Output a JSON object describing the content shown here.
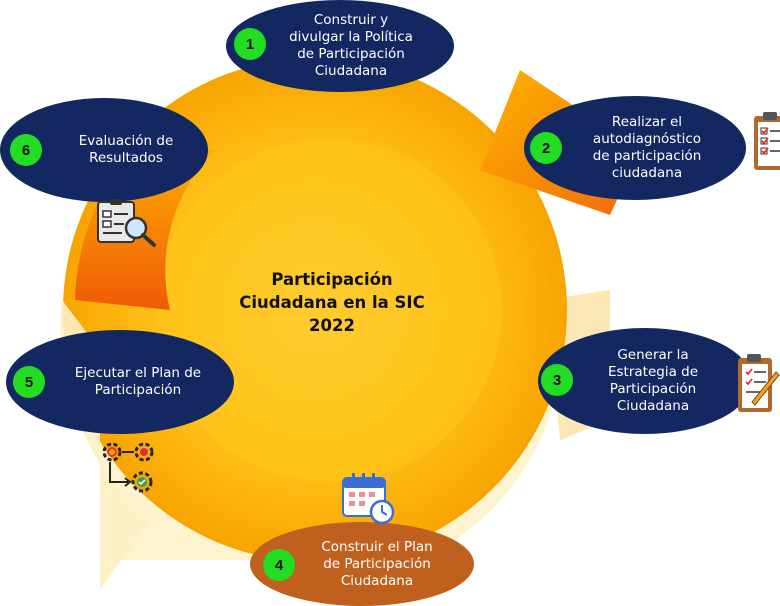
{
  "title": "Participación\nCiudadana en la SIC\n2022",
  "colors": {
    "node_navy": "#132761",
    "node_brown": "#c0601e",
    "badge": "#22dd22",
    "ring_orange": "#f5a800",
    "ring_light": "#fdf3cf"
  },
  "steps": [
    {
      "number": "1",
      "label": "Construir y\ndivulgar la Política\nde Participación\nCiudadana"
    },
    {
      "number": "2",
      "label": "Realizar el\nautodiagnóstico\nde participación\nciudadana",
      "icon": "clipboard-checklist-icon"
    },
    {
      "number": "3",
      "label": "Generar la\nEstrategia de\nParticipación\nCiudadana",
      "icon": "clipboard-pencil-icon"
    },
    {
      "number": "4",
      "label": "Construir el Plan\nde Participación\nCiudadana",
      "icon": "calendar-clock-icon"
    },
    {
      "number": "5",
      "label": "Ejecutar el Plan de\nParticipación",
      "icon": "gears-process-icon"
    },
    {
      "number": "6",
      "label": "Evaluación de\nResultados",
      "icon": "document-magnifier-icon"
    }
  ]
}
